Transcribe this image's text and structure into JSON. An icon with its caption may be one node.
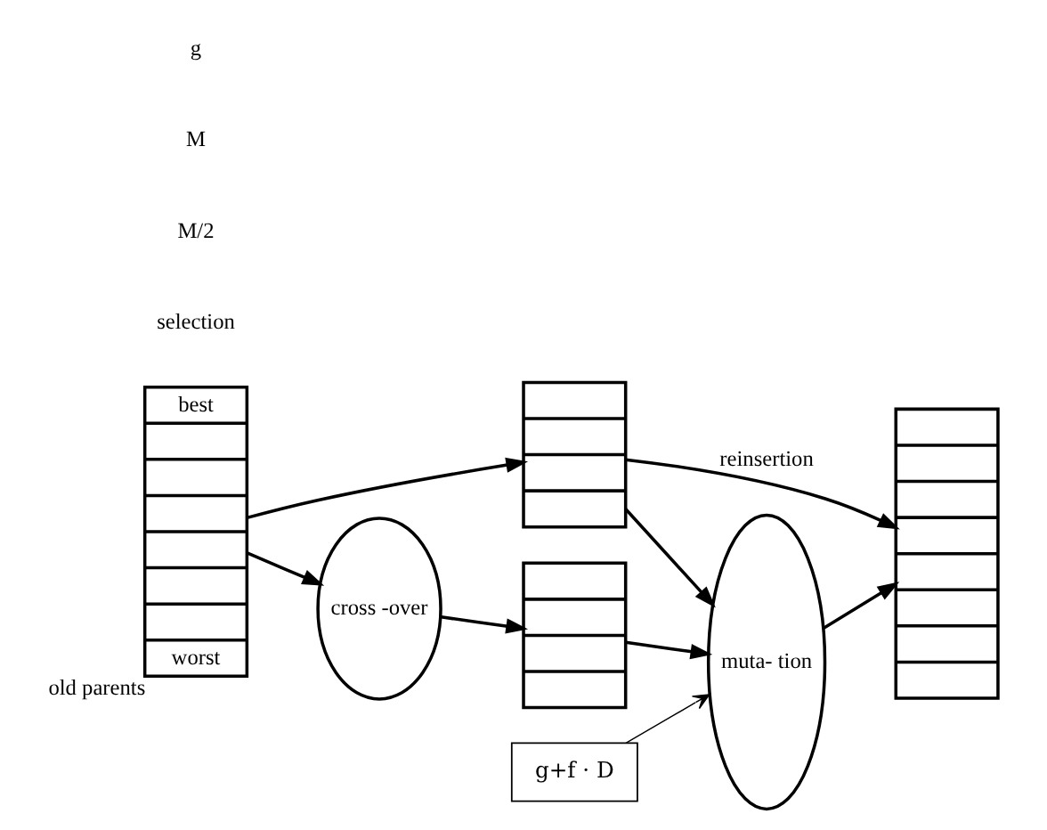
{
  "diagram": {
    "nodes": [
      {
        "text": [
          "best",
          "worst"
        ],
        "beside": [
          "old parents"
        ]
      },
      {
        "text": [],
        "shape": "box"
      },
      {
        "text": [],
        "shape": "box"
      },
      {
        "text": [
          "cross -over"
        ]
      },
      {
        "text": [
          "muta- tion"
        ]
      },
      {
        "text": [],
        "shape": "box"
      },
      {
        "text": [
          "g+f · D"
        ]
      }
    ],
    "edges": [
      {
        "from": 0,
        "to": 1,
        "arrow": "to"
      },
      {
        "from": 0,
        "to": 3,
        "arrow": "to"
      },
      {
        "from": 3,
        "to": 2,
        "arrow": "to"
      },
      {
        "from": 1,
        "to": 4,
        "arrow": "to"
      },
      {
        "from": 2,
        "to": 4,
        "arrow": "to"
      },
      {
        "from": 4,
        "to": 5,
        "arrow": "to"
      },
      {
        "from": 1,
        "to": 5,
        "label": "reinsertion",
        "arrow": "to"
      },
      {
        "from": 6,
        "to": 4,
        "arrow": "to"
      }
    ],
    "labels": [
      "selection",
      "M/2",
      "M",
      "g"
    ]
  }
}
